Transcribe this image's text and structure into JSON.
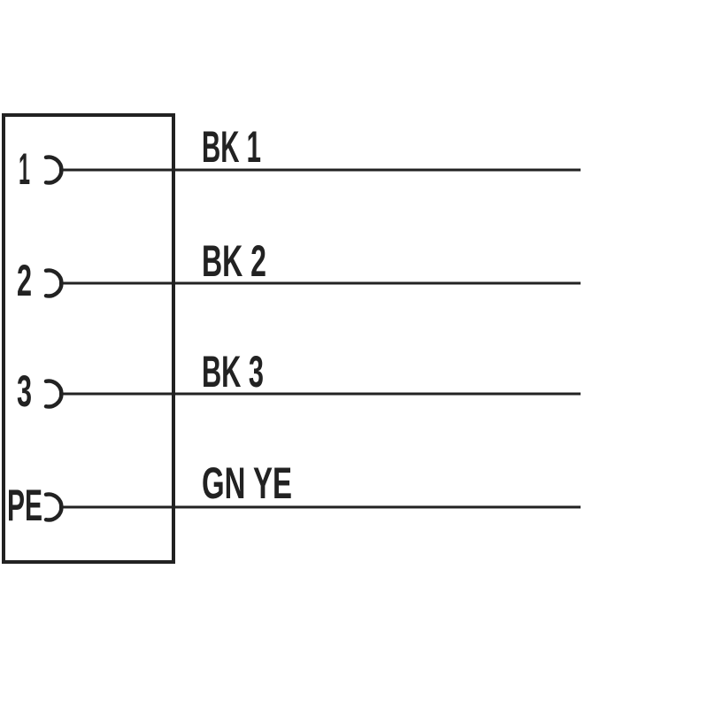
{
  "diagram": {
    "background_color": "#ffffff",
    "line_color": "#222222",
    "pins": [
      {
        "number": "1",
        "wire_label": "BK 1"
      },
      {
        "number": "2",
        "wire_label": "BK 2"
      },
      {
        "number": "3",
        "wire_label": "BK 3"
      },
      {
        "number": "PE",
        "wire_label": "GN YE"
      }
    ]
  }
}
